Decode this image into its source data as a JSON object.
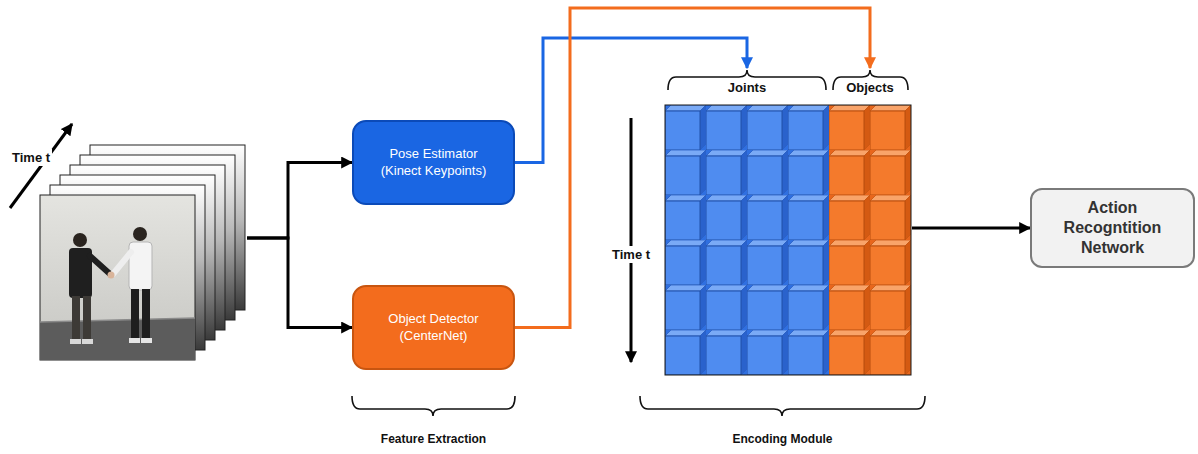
{
  "diagram": {
    "nodes": [
      {
        "text": [
          "Time t"
        ]
      },
      {
        "text": [
          "Pose Estimator (Kinect Keypoints)"
        ]
      },
      {
        "text": [
          "Object Detector (CenterNet)"
        ]
      },
      {
        "text": [
          "Time t"
        ]
      },
      {
        "text": [
          "Joints"
        ],
        "in": 3
      },
      {
        "text": [
          "Objects"
        ],
        "in": 3
      },
      {
        "text": [
          "Action Recogntition Network"
        ]
      }
    ],
    "edges": [
      {
        "from": 0,
        "to": 1,
        "arrow": "to"
      },
      {
        "from": 0,
        "to": 2,
        "arrow": "to"
      },
      {
        "from": 1,
        "to": 4,
        "arrow": "to"
      },
      {
        "from": 2,
        "to": 5,
        "arrow": "to"
      },
      {
        "from": 3,
        "to": 6,
        "arrow": "to"
      }
    ],
    "labels": [
      "Feature Extraction",
      "Encoding Module"
    ]
  }
}
